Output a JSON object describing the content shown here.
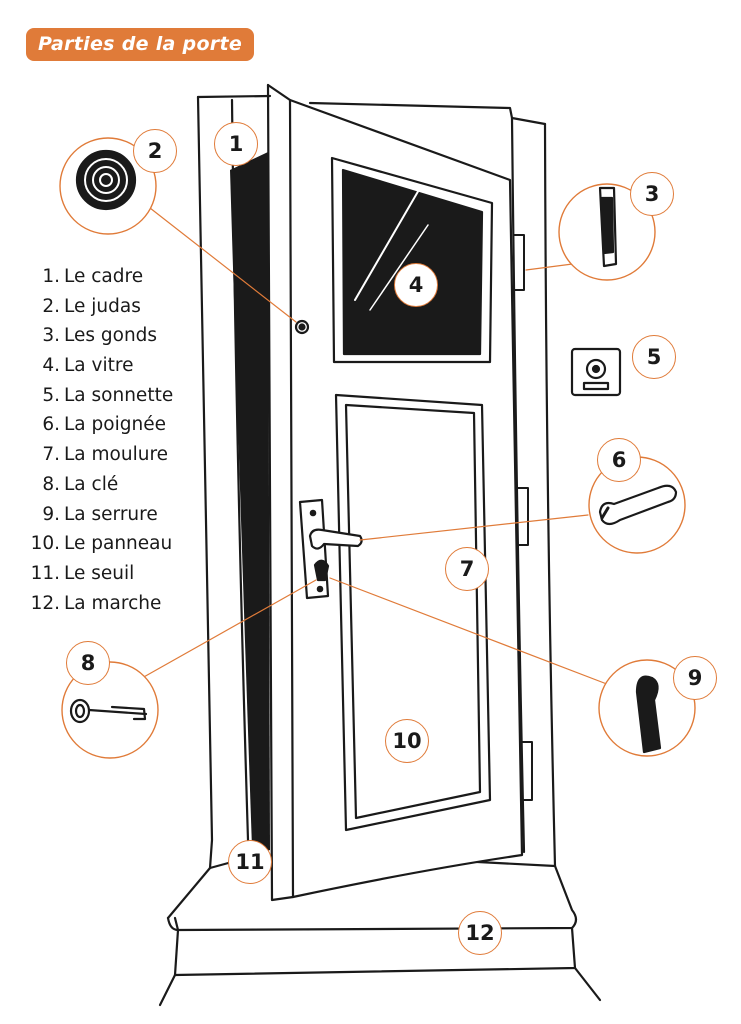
{
  "title": "Parties de la porte",
  "legend": [
    {
      "num": "1.",
      "label": "Le cadre"
    },
    {
      "num": "2.",
      "label": "Le judas"
    },
    {
      "num": "3.",
      "label": "Les gonds"
    },
    {
      "num": "4.",
      "label": "La vitre"
    },
    {
      "num": "5.",
      "label": "La sonnette"
    },
    {
      "num": "6.",
      "label": "La poignée"
    },
    {
      "num": "7.",
      "label": "La moulure"
    },
    {
      "num": "8.",
      "label": "La clé"
    },
    {
      "num": "9.",
      "label": "La serrure"
    },
    {
      "num": "10.",
      "label": "Le panneau"
    },
    {
      "num": "11.",
      "label": "Le seuil"
    },
    {
      "num": "12.",
      "label": "La marche"
    }
  ],
  "badges": [
    "1",
    "2",
    "3",
    "4",
    "5",
    "6",
    "7",
    "8",
    "9",
    "10",
    "11",
    "12"
  ],
  "colors": {
    "accent": "#e07b39",
    "ink": "#1a1a1a",
    "background": "#ffffff"
  }
}
